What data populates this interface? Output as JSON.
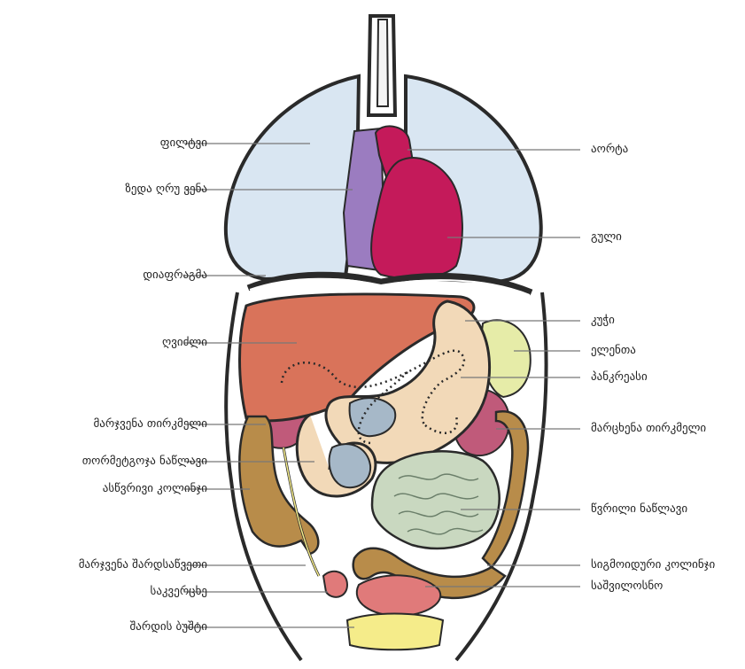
{
  "labels_left": [
    "ფილტვი",
    "ზედა ღრუ ვენა",
    "დიაფრაგმა",
    "ღვიძლი",
    "მარჯვენა თირკმელი",
    "თორმეტგოჯა ნაწლავი",
    "ასწვრივი კოლინჯი",
    "მარჯვენა შარდსაწვეთი",
    "საკვერცხე",
    "შარდის ბუშტი"
  ],
  "labels_right": [
    "აორტა",
    "გული",
    "კუჭი",
    "ელენთა",
    "პანკრეასი",
    "მარცხენა თირკმელი",
    "წვრილი ნაწლავი",
    "სიგმოიდური კოლინჯი",
    "საშვილოსნო"
  ],
  "colors": {
    "lung": "#d9e6f2",
    "heart": "#c41a5a",
    "vena_cava": "#9b7cc0",
    "liver": "#d9735a",
    "stomach": "#f2d9b8",
    "spleen": "#e6eca8",
    "kidney": "#c05a7a",
    "colon": "#b88c4a",
    "small_intestine": "#c9d8c0",
    "bladder": "#f5ec8a",
    "uterus": "#e07a7a",
    "outline": "#2a2a2a",
    "leader": "#777777"
  }
}
